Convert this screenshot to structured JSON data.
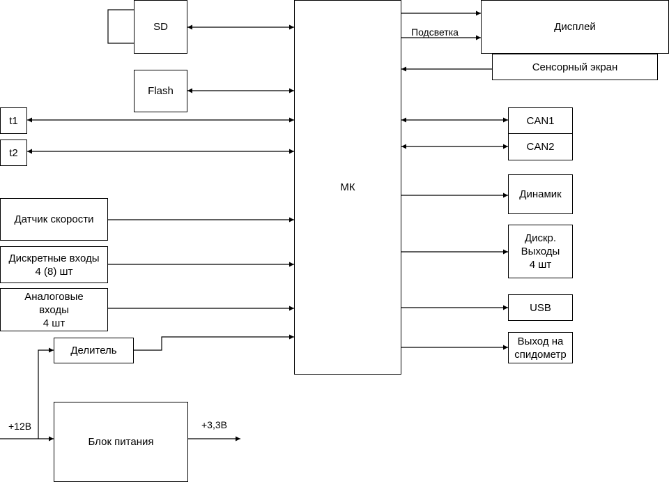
{
  "blocks": {
    "sd": "SD",
    "flash": "Flash",
    "t1": "t1",
    "t2": "t2",
    "speed_sensor": "Датчик скорости",
    "discrete_inputs": "Дискретные входы\n4 (8) шт",
    "analog_inputs": "Аналоговые\nвходы\n4 шт",
    "divider": "Делитель",
    "power_unit": "Блок питания",
    "mcu": "МК",
    "display": "Дисплей",
    "touchscreen": "Сенсорный экран",
    "can1": "CAN1",
    "can2": "CAN2",
    "speaker": "Динамик",
    "discrete_outputs": "Дискр.\nВыходы\n4 шт",
    "usb": "USB",
    "speedometer_out": "Выход на\nспидометр"
  },
  "labels": {
    "backlight": "Подсветка",
    "plus12v": "+12В",
    "plus33v": "+3,3В"
  }
}
